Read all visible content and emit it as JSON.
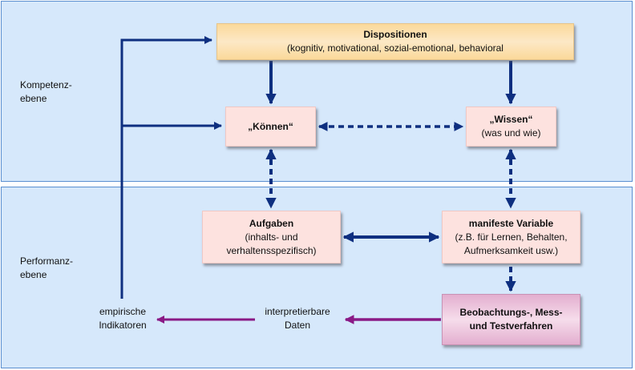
{
  "levels": {
    "kompetenz": "Kompetenz-\nebene",
    "performanz": "Performanz-\nebene"
  },
  "boxes": {
    "dispositionen": {
      "title": "Dispositionen",
      "subtitle": "(kognitiv, motivational, sozial-emotional, behavioral"
    },
    "koennen": {
      "title": "„Können“"
    },
    "wissen": {
      "title": "„Wissen“",
      "subtitle": "(was und wie)"
    },
    "aufgaben": {
      "title": "Aufgaben",
      "subtitle": "(inhalts- und\nverhaltensspezifisch)"
    },
    "variable": {
      "title": "manifeste Variable",
      "subtitle": "(z.B. für Lernen, Behalten,\nAufmerksamkeit usw.)"
    },
    "beobachtung": {
      "title": "Beobachtungs-, Mess-\nund Testverfahren"
    }
  },
  "texts": {
    "indikatoren": "empirische\nIndikatoren",
    "daten": "interpretierbare\nDaten"
  },
  "colors": {
    "arrow_blue": "#0e2f80",
    "arrow_purple": "#8a1a86",
    "level_bg": "#d6e8fb"
  }
}
